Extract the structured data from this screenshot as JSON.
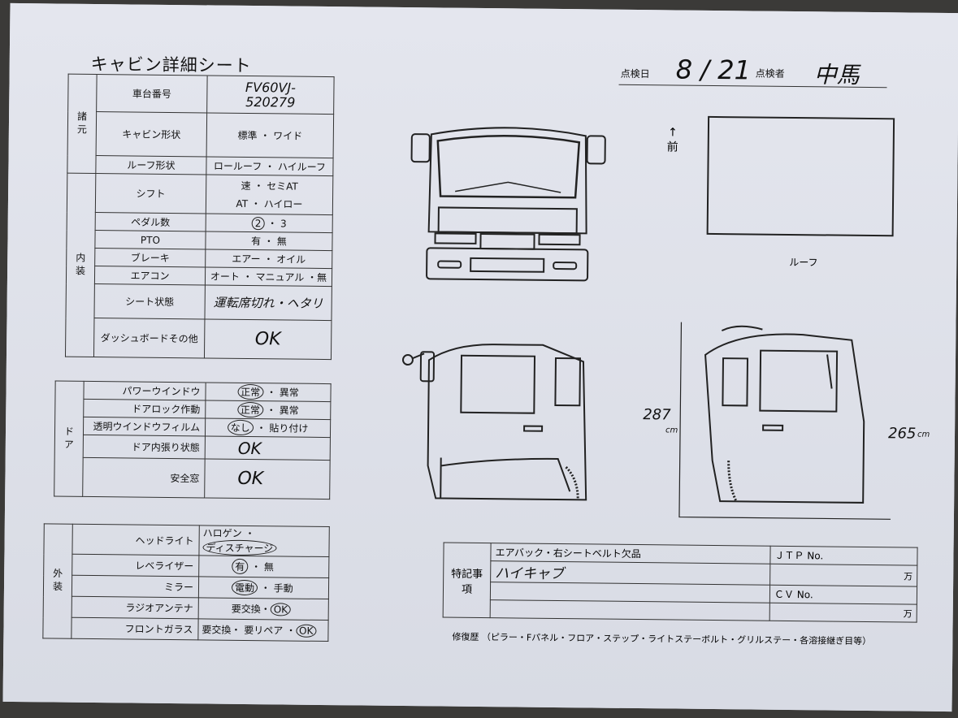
{
  "sheet": {
    "title": "キャビン詳細シート",
    "inspection_date_label": "点検日",
    "inspection_date_value": "8 / 21",
    "inspector_label": "点検者",
    "inspector_value": "中馬"
  },
  "spec": {
    "section_label": "諸元",
    "rows": [
      {
        "label": "車台番号",
        "value": "FV60VJ-\n520279"
      },
      {
        "label": "キャビン形状",
        "value": "標準 ・ ワイド"
      },
      {
        "label": "ルーフ形状",
        "value": "ロールーフ ・ ハイルーフ"
      }
    ]
  },
  "interior": {
    "section_label": "内装",
    "shift_label": "シフト",
    "shift_value_1": "速 ・ セミAT",
    "shift_value_2": "AT ・ ハイロー",
    "pedal_label": "ペダル数",
    "pedal_value_a": "2",
    "pedal_value_b": "・ 3",
    "pto_label": "PTO",
    "pto_value": "有 ・ 無",
    "brake_label": "ブレーキ",
    "brake_value": "エアー ・ オイル",
    "aircon_label": "エアコン",
    "aircon_value": "オート ・ マニュアル ・無",
    "seat_label": "シート状態",
    "seat_value": "運転席切れ・ヘタリ",
    "dash_label": "ダッシュボードその他",
    "dash_value": "OK"
  },
  "door": {
    "section_label": "ドア",
    "pw_label": "パワーウインドウ",
    "pw_a": "正常",
    "pw_b": "・ 異常",
    "lock_label": "ドアロック作動",
    "lock_a": "正常",
    "lock_b": "・ 異常",
    "film_label": "透明ウインドウフィルム",
    "film_a": "なし",
    "film_b": "・ 貼り付け",
    "trim_label": "ドア内張り状態",
    "trim_value": "OK",
    "safety_label": "安全窓",
    "safety_value": "OK"
  },
  "exterior": {
    "section_label": "外装",
    "head_label": "ヘッドライト",
    "head_a": "ハロゲン ・ ",
    "head_b": "ディスチャージ",
    "level_label": "レベライザー",
    "level_a": "有",
    "level_b": "・ 無",
    "mirror_label": "ミラー",
    "mirror_a": "電動",
    "mirror_b": "・ 手動",
    "radio_label": "ラジオアンテナ",
    "radio_a": "要交換・",
    "radio_b": "OK",
    "glass_label": "フロントガラス",
    "glass_a": "要交換・ 要リペア ・",
    "glass_b": "OK"
  },
  "diagram": {
    "front_arrow": "↑",
    "front_label": "前",
    "roof_label": "ルーフ",
    "height_left": "287",
    "height_left_unit": "cm",
    "height_right": "265",
    "height_right_unit": "cm"
  },
  "notes": {
    "label": "特記事項",
    "line1": "エアバック・右シートベルト欠品",
    "line2": "ハイキャブ",
    "jtp_label": "ＪＴＰ No.",
    "cv_label": "ＣＶ No.",
    "man_unit": "万",
    "repair_label": "修復歴",
    "repair_text": "（ピラー・Fパネル・フロア・ステップ・ライトステーボルト・グリルステー・各溶接継ぎ目等）"
  }
}
